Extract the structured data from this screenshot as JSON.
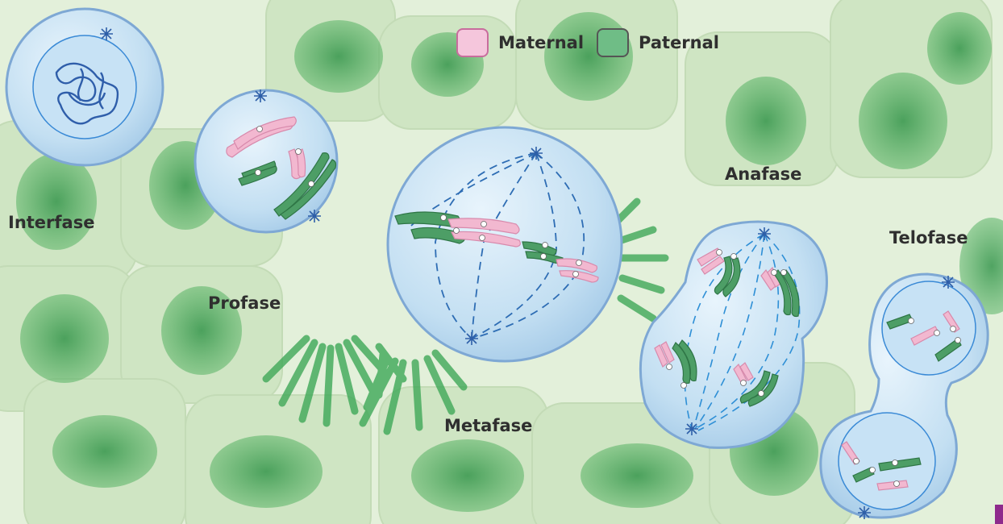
{
  "legend": [
    {
      "label": "Maternal",
      "color": "#f5c6dc"
    },
    {
      "label": "Paternal",
      "color": "#6fbd86"
    }
  ],
  "phases": {
    "interphase": "Interfase",
    "prophase": "Profase",
    "metaphase": "Metafase",
    "anaphase": "Anafase",
    "telophase": "Telofase"
  },
  "colors": {
    "cell_fill": "#bcdcf0",
    "cell_edge": "#6e9fd0",
    "spindle": "#2e6db4",
    "maternal": "#f2b8d0",
    "paternal": "#4d9e66",
    "tissue_bg": "#dfeed6",
    "tissue_dark": "#49ad5a",
    "accent": "#8e2a8c"
  },
  "icons": {
    "centrosome": "centrosome-star-icon"
  }
}
